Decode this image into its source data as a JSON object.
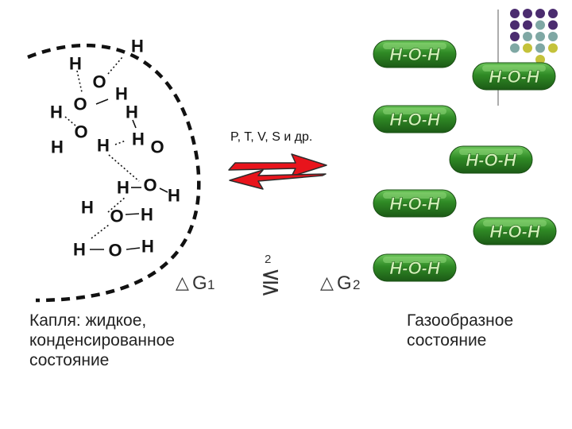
{
  "molecules": {
    "atoms": [
      {
        "id": "a1",
        "symbol": "H"
      },
      {
        "id": "a2",
        "symbol": "H"
      },
      {
        "id": "a3",
        "symbol": "O"
      },
      {
        "id": "a4",
        "symbol": "H"
      },
      {
        "id": "a5",
        "symbol": "H"
      },
      {
        "id": "a6",
        "symbol": "O"
      },
      {
        "id": "a7",
        "symbol": "H"
      },
      {
        "id": "a8",
        "symbol": "O"
      },
      {
        "id": "a9",
        "symbol": "H"
      },
      {
        "id": "a10",
        "symbol": "H"
      },
      {
        "id": "a11",
        "symbol": "O"
      },
      {
        "id": "a12",
        "symbol": "H"
      },
      {
        "id": "a13",
        "symbol": "H"
      },
      {
        "id": "a14",
        "symbol": "O"
      },
      {
        "id": "a15",
        "symbol": "H"
      },
      {
        "id": "a16",
        "symbol": "H"
      },
      {
        "id": "a17",
        "symbol": "O"
      },
      {
        "id": "a18",
        "symbol": "H"
      },
      {
        "id": "a19",
        "symbol": "H"
      },
      {
        "id": "a20",
        "symbol": "O"
      },
      {
        "id": "a21",
        "symbol": "H"
      }
    ]
  },
  "gas_molecule_label": "H-O-H",
  "gas_molecule_count": 7,
  "conditions_label": "P, T, V, S и др.",
  "delta_symbol": "△",
  "delta_g1": {
    "symbol": "G",
    "subscript": "1"
  },
  "delta_g2": {
    "symbol": "G",
    "subscript": "2"
  },
  "comparison": {
    "superscript": "2",
    "relation": "⋚"
  },
  "captions": {
    "liquid": "Капля: жидкое,\nконденсированное\nсостояние",
    "gas": "Газообразное\nсостояние"
  },
  "colors": {
    "capsule_fill": "#2f8a25",
    "capsule_highlight": "#8fd87a",
    "capsule_text": "#d2f0b8",
    "arrow_fill": "#e8141c",
    "arrow_stroke": "#2c2c2c",
    "dots_purple": "#4b2c6f",
    "dots_teal": "#7fa8a4",
    "dots_yellow": "#c4c23a"
  }
}
